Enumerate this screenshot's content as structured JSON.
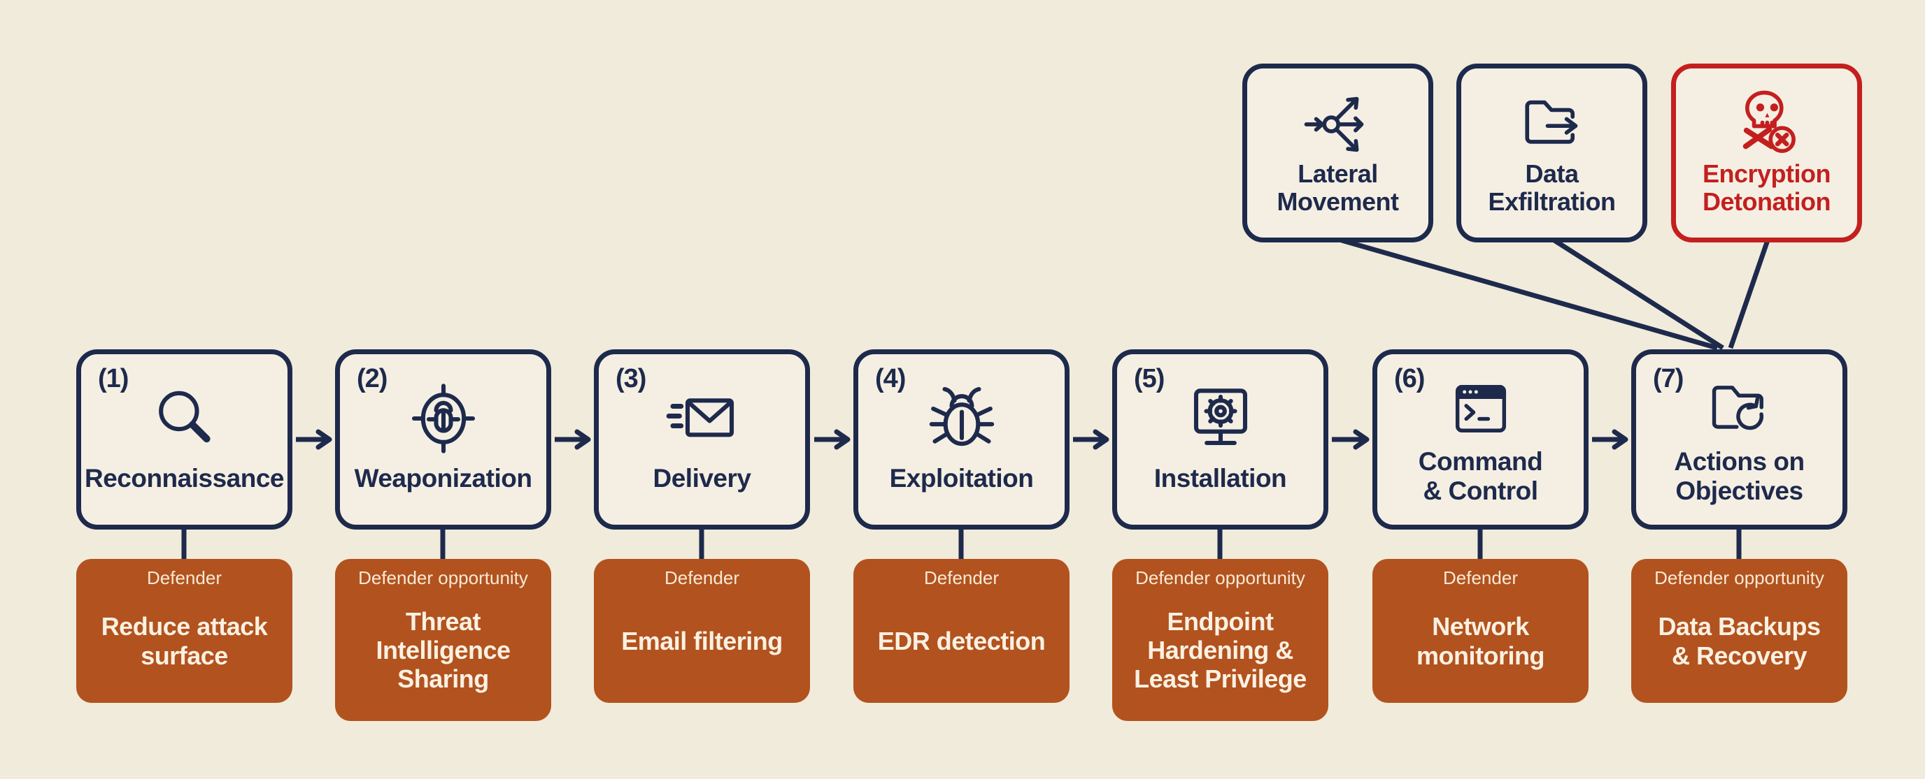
{
  "colors": {
    "background": "#f1ebdb",
    "navy": "#1e2a4c",
    "orange": "#b2521f",
    "red": "#c41f1f",
    "box_fill": "#f5efe3",
    "defender_text": "#faf1e2"
  },
  "stages": [
    {
      "number": "(1)",
      "label": "Reconnaissance",
      "icon": "search-icon",
      "defender": {
        "tag": "Defender",
        "text": "Reduce attack\nsurface"
      }
    },
    {
      "number": "(2)",
      "label": "Weaponization",
      "icon": "target-bug-icon",
      "defender": {
        "tag": "Defender opportunity",
        "text": "Threat\nIntelligence\nSharing"
      }
    },
    {
      "number": "(3)",
      "label": "Delivery",
      "icon": "send-email-icon",
      "defender": {
        "tag": "Defender",
        "text": "Email filtering"
      }
    },
    {
      "number": "(4)",
      "label": "Exploitation",
      "icon": "bug-icon",
      "defender": {
        "tag": "Defender",
        "text": "EDR detection"
      }
    },
    {
      "number": "(5)",
      "label": "Installation",
      "icon": "monitor-gear-icon",
      "defender": {
        "tag": "Defender opportunity",
        "text": "Endpoint\nHardening &\nLeast Privilege"
      }
    },
    {
      "number": "(6)",
      "label": "Command\n& Control",
      "icon": "terminal-icon",
      "defender": {
        "tag": "Defender",
        "text": "Network\nmonitoring"
      }
    },
    {
      "number": "(7)",
      "label": "Actions on\nObjectives",
      "icon": "folder-sync-icon",
      "defender": {
        "tag": "Defender opportunity",
        "text": "Data Backups\n& Recovery"
      }
    }
  ],
  "threats": [
    {
      "label": "Lateral\nMovement",
      "icon": "branch-arrows-icon",
      "variant": "navy"
    },
    {
      "label": "Data\nExfiltration",
      "icon": "folder-export-icon",
      "variant": "navy"
    },
    {
      "label": "Encryption\nDetonation",
      "icon": "skull-crossbones-icon",
      "variant": "red"
    }
  ]
}
